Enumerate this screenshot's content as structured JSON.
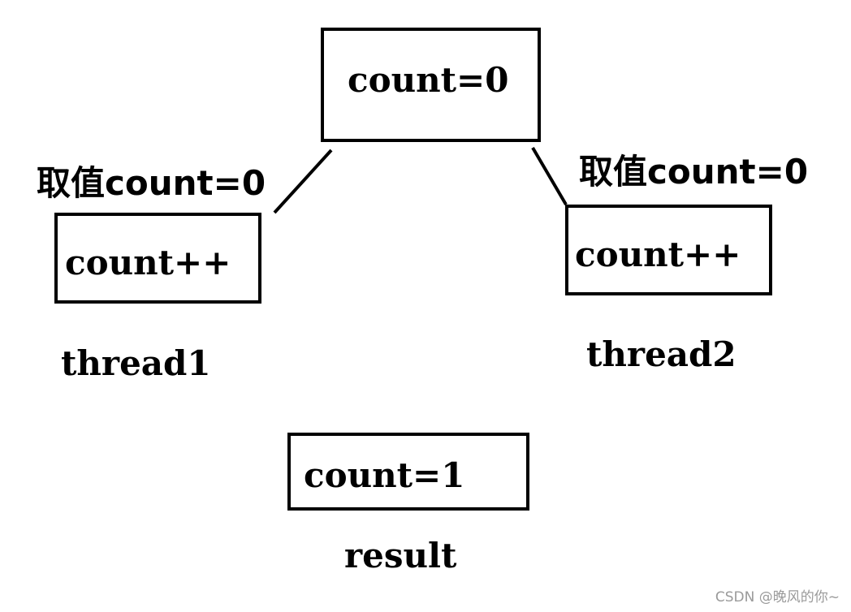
{
  "nodes": {
    "shared": {
      "text": "count=0"
    },
    "thread1_box": {
      "text": "count++"
    },
    "thread2_box": {
      "text": "count++"
    },
    "result_box": {
      "text": "count=1"
    }
  },
  "labels": {
    "thread1_read": "取值count=0",
    "thread2_read": "取值count=0",
    "thread1": "thread1",
    "thread2": "thread2",
    "result": "result"
  },
  "watermark": "CSDN @晚风的你~"
}
